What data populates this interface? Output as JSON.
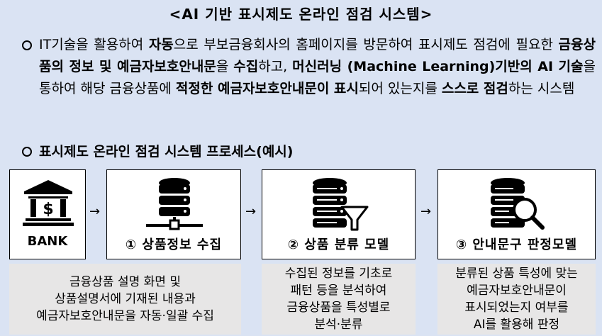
{
  "title": "<AI 기반 표시제도 온라인 점검 시스템>",
  "description": {
    "segments": [
      {
        "text": "IT기술을 활용하여 ",
        "bold": false
      },
      {
        "text": "자동",
        "bold": true
      },
      {
        "text": "으로 부보금융회사의 홈페이지를 방문하여 표시제도 점검에 필요한 ",
        "bold": false
      },
      {
        "text": "금융상품의 정보 및 예금자보호안내문",
        "bold": true
      },
      {
        "text": "을 ",
        "bold": false
      },
      {
        "text": "수집",
        "bold": true
      },
      {
        "text": "하고, ",
        "bold": false
      },
      {
        "text": "머신러닝 (Machine Learning)기반의 AI 기술",
        "bold": true
      },
      {
        "text": "을 통하여 해당 금융상품에 ",
        "bold": false
      },
      {
        "text": "적정한 예금자보호안내문이 표시",
        "bold": true
      },
      {
        "text": "되어 있는지를 ",
        "bold": false
      },
      {
        "text": "스스로 점검",
        "bold": true
      },
      {
        "text": "하는 시스템",
        "bold": false
      }
    ]
  },
  "process_title": "표시제도 온라인 점검 시스템 프로세스(예시)",
  "arrow": "→",
  "bank_label": "BANK",
  "steps": [
    {
      "label": "① 상품정보 수집",
      "icon": "database-network-icon"
    },
    {
      "label": "② 상품 분류 모델",
      "icon": "database-filter-icon"
    },
    {
      "label": "③ 안내문구 판정모델",
      "icon": "database-search-icon"
    }
  ],
  "notes": [
    [
      "금융상품 설명 화면 및",
      "상품설명서에 기재된 내용과",
      "예금자보호안내문을 자동·일괄 수집"
    ],
    [
      "수집된 정보를 기초로",
      "패턴 등을 분석하여",
      "금융상품을 특성별로",
      "분석·분류"
    ],
    [
      "분류된 상품 특성에 맞는",
      "예금자보호안내문이",
      "표시되었는지 여부를",
      "AI를 활용해 판정"
    ]
  ],
  "colors": {
    "background": "#dae3f3",
    "box": "#ffffff",
    "note": "#e7e6e6"
  }
}
